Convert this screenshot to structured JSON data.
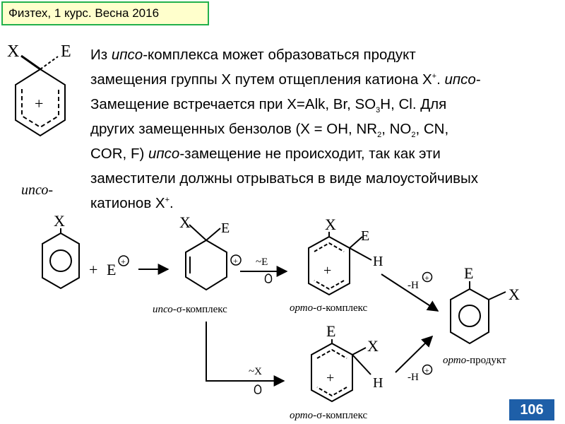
{
  "header": {
    "title": "Физтех, 1 курс. Весна 2016"
  },
  "page_number": "106",
  "paragraph": {
    "l1_a": "Из ",
    "l1_ipso": "ипсо",
    "l1_b": "-комплекса может образоваться продукт",
    "l2_a": "замещения группы X путем отщепления катиона X",
    "l2_plus": "+",
    "l2_dot": ". ",
    "l2_ipso": "ипсо",
    "l2_b": "-",
    "l3_a": "Замещение встречается при X=Alk, Br, SO",
    "l3_sub": "3",
    "l3_b": "H, Cl. Для",
    "l4_a": "других замещенных бензолов (X = OH, NR",
    "l4_sub1": "2",
    "l4_b": ", NO",
    "l4_sub2": "2",
    "l4_c": ", CN,",
    "l5_a": "COR, F) ",
    "l5_ipso": "ипсо",
    "l5_b": "-замещение не происходит, так как эти",
    "l6": "заместители должны отрываться в виде малоустойчивых",
    "l7_a": "катионов X",
    "l7_plus": "+",
    "l7_b": "."
  },
  "diagram": {
    "top": {
      "x": "X",
      "e": "E",
      "plus": "+",
      "caption": "ипсо-"
    },
    "reactant": {
      "x": "X",
      "plus_sign": "+",
      "e": "E",
      "e_charge": "+"
    },
    "ipso_complex": {
      "x": "X",
      "e": "E",
      "charge": "+",
      "caption_a": "ипсо-",
      "caption_sigma": "σ",
      "caption_b": "-комплекс"
    },
    "step_minus_e": {
      "label": "~E"
    },
    "ortho1": {
      "x": "X",
      "e": "E",
      "h": "H",
      "plus": "+",
      "caption_a": "орто-",
      "caption_sigma": "σ",
      "caption_b": "-комплекс"
    },
    "step_minus_h_top": {
      "label": "-H",
      "charge": "+"
    },
    "product": {
      "e": "E",
      "x": "X",
      "caption_a": "орто-",
      "caption_b": "продукт"
    },
    "step_minus_x": {
      "label": "~X"
    },
    "ortho2": {
      "e": "E",
      "x": "X",
      "h": "H",
      "plus": "+",
      "caption_a": "орто-",
      "caption_sigma": "σ",
      "caption_b": "-комплекс"
    },
    "step_minus_h_bottom": {
      "label": "-H",
      "charge": "+"
    }
  }
}
